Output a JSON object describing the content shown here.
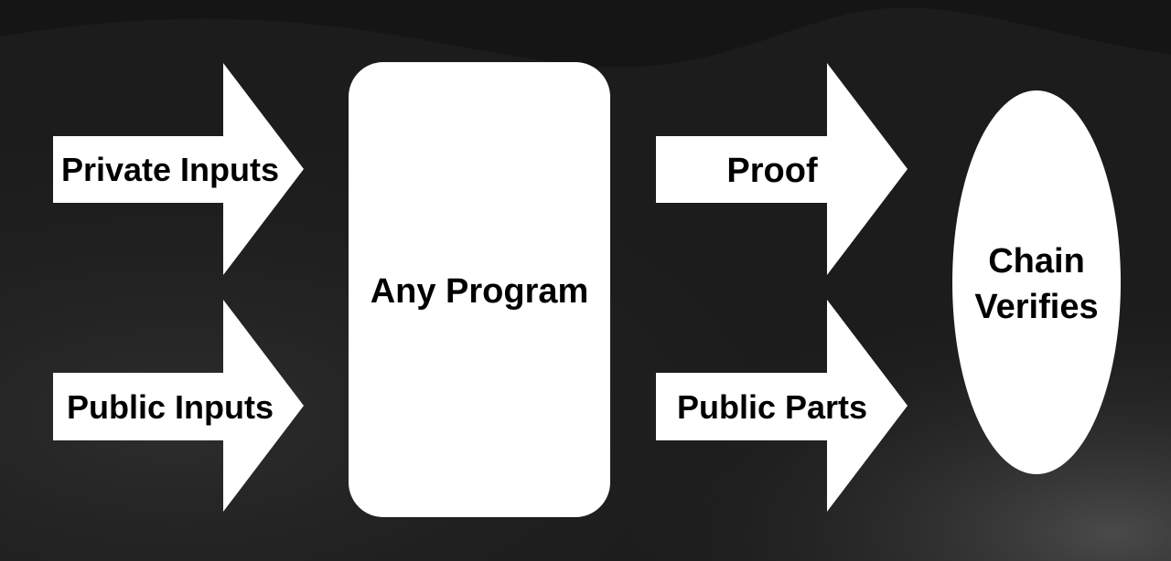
{
  "diagram": {
    "nodes": {
      "private_inputs": "Private Inputs",
      "public_inputs": "Public Inputs",
      "program": "Any Program",
      "proof": "Proof",
      "public_parts": "Public Parts",
      "verifier_line1": "Chain",
      "verifier_line2": "Verifies"
    },
    "edges": [
      {
        "from": "private_inputs",
        "to": "program"
      },
      {
        "from": "public_inputs",
        "to": "program"
      },
      {
        "from": "program",
        "to": "proof"
      },
      {
        "from": "program",
        "to": "public_parts"
      },
      {
        "from": "proof",
        "to": "verifier"
      },
      {
        "from": "public_parts",
        "to": "verifier"
      }
    ]
  },
  "colors": {
    "background": "#1c1c1c",
    "shape_fill": "#ffffff",
    "text": "#000000"
  }
}
